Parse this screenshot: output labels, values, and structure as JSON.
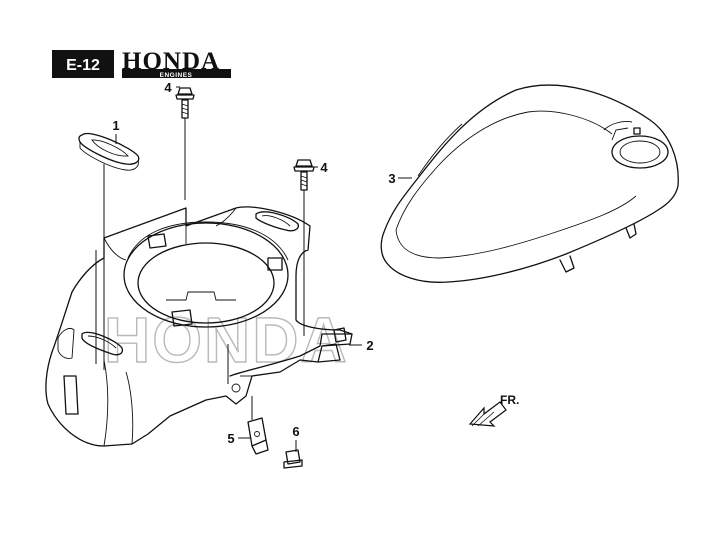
{
  "header": {
    "section_code": "E-12",
    "brand": "HONDA",
    "brand_sub": "ENGINES"
  },
  "watermark": {
    "text": "HONDA"
  },
  "parts": [
    {
      "number": "1",
      "part": "grommet"
    },
    {
      "number": "2",
      "part": "fan-cover"
    },
    {
      "number": "3",
      "part": "top-cover"
    },
    {
      "number": "4",
      "part": "flange-bolt-upper"
    },
    {
      "number": "4",
      "part": "flange-bolt-side"
    },
    {
      "number": "5",
      "part": "clip"
    },
    {
      "number": "6",
      "part": "screw"
    }
  ],
  "direction": {
    "label": "FR."
  },
  "colors": {
    "ink": "#111111",
    "watermark": "#b9b9b9",
    "paper": "#ffffff"
  }
}
